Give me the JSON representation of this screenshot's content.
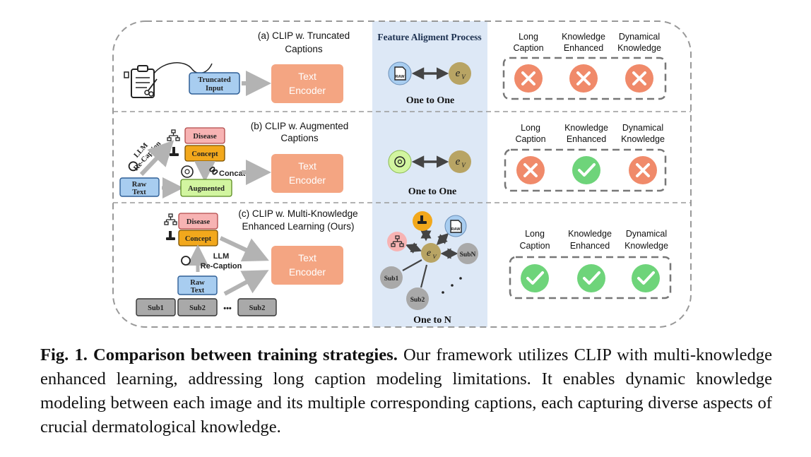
{
  "feature_header": "Feature Aligment Process",
  "rows": [
    {
      "title_line1": "(a) CLIP w. Truncated",
      "title_line2": "Captions",
      "input_box_line1": "Truncated",
      "input_box_line2": "Input",
      "encoder_line1": "Text",
      "encoder_line2": "Encoder",
      "alignment_label": "One to One",
      "criteria": [
        {
          "line1": "Long",
          "line2": "Caption",
          "status": "cross"
        },
        {
          "line1": "Knowledge",
          "line2": "Enhanced",
          "status": "cross"
        },
        {
          "line1": "Dynamical",
          "line2": "Knowledge",
          "status": "cross"
        }
      ]
    },
    {
      "title_line1": "(b) CLIP w. Augmented",
      "title_line2": "Captions",
      "llm_label_line1": "LLM",
      "llm_label_line2": "Re-Caption",
      "disease_label": "Disease",
      "concept_label": "Concept",
      "raw_line1": "Raw",
      "raw_line2": "Text",
      "augmented_label": "Augmented",
      "concat_label": "Concat",
      "encoder_line1": "Text",
      "encoder_line2": "Encoder",
      "alignment_label": "One to One",
      "criteria": [
        {
          "line1": "Long",
          "line2": "Caption",
          "status": "cross"
        },
        {
          "line1": "Knowledge",
          "line2": "Enhanced",
          "status": "check"
        },
        {
          "line1": "Dynamical",
          "line2": "Knowledge",
          "status": "cross"
        }
      ]
    },
    {
      "title_line1": "(c) CLIP w. Multi-Knowledge",
      "title_line2": "Enhanced Learning (Ours)",
      "disease_label": "Disease",
      "concept_label": "Concept",
      "llm_label_line1": "LLM",
      "llm_label_line2": "Re-Caption",
      "raw_line1": "Raw",
      "raw_line2": "Text",
      "sub1": "Sub1",
      "sub2": "Sub2",
      "ellipsis": "•••",
      "sub2b": "Sub2",
      "encoder_line1": "Text",
      "encoder_line2": "Encoder",
      "node_sub1": "Sub1",
      "node_sub2": "Sub2",
      "node_subn": "SubN",
      "alignment_label": "One to N",
      "criteria": [
        {
          "line1": "Long",
          "line2": "Caption",
          "status": "check"
        },
        {
          "line1": "Knowledge",
          "line2": "Enhanced",
          "status": "check"
        },
        {
          "line1": "Dynamical",
          "line2": "Knowledge",
          "status": "check"
        }
      ]
    }
  ],
  "raw_badge": "RAW",
  "ev_e": "e",
  "ev_sub": "V",
  "caption": {
    "bold": "Fig. 1. Comparison between training strategies.",
    "text": " Our framework utilizes CLIP with multi-knowledge enhanced learning, addressing long caption modeling limitations. It enables dynamic knowledge modeling between each image and its multiple corresponding captions, each capturing diverse aspects of crucial dermatological knowledge."
  },
  "colors": {
    "encoder": "#f4a582",
    "cross": "#f08a6a",
    "check": "#6ed47a",
    "feature_bg": "#dde8f6",
    "input_blue": "#a8cdf0",
    "disease": "#f7b3b3",
    "concept": "#f2a81c",
    "augmented": "#d2f5a0",
    "sub_grey": "#a9a9a9",
    "ev_node": "#b8a464"
  }
}
